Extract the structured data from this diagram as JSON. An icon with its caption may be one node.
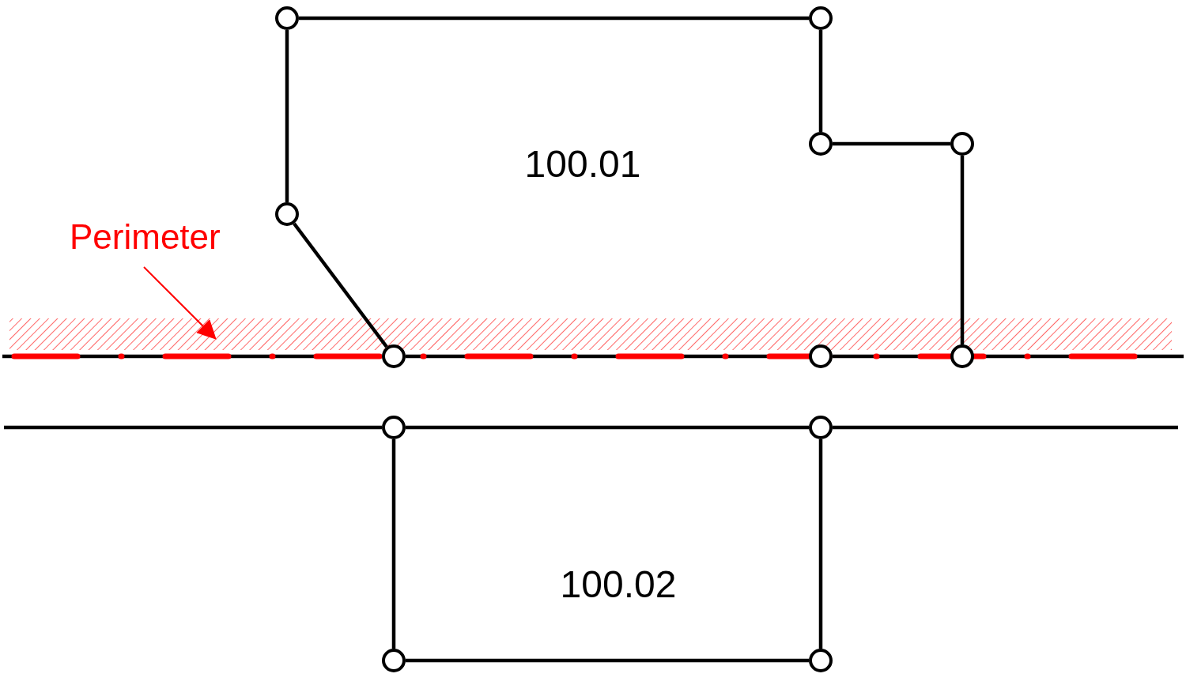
{
  "diagram": {
    "nodes": [
      {
        "text": [],
        "shape": "circle"
      },
      {
        "text": [],
        "shape": "circle"
      },
      {
        "text": [],
        "shape": "circle"
      },
      {
        "text": [],
        "shape": "circle"
      },
      {
        "text": [],
        "shape": "circle"
      },
      {
        "text": [
          "Perimeter"
        ]
      },
      {
        "text": [],
        "shape": "circle"
      },
      {
        "text": [],
        "shape": "circle"
      },
      {
        "text": [],
        "shape": "circle"
      },
      {
        "text": [],
        "shape": "circle"
      },
      {
        "text": [],
        "shape": "circle"
      },
      {
        "text": [],
        "shape": "circle"
      },
      {
        "text": [],
        "shape": "circle"
      }
    ],
    "edges": [
      {
        "from": 0,
        "to": 1,
        "arrow": "none"
      },
      {
        "from": 1,
        "to": 2,
        "arrow": "none"
      },
      {
        "from": 2,
        "to": 3,
        "arrow": "none"
      },
      {
        "from": 0,
        "to": 4,
        "arrow": "none"
      },
      {
        "from": 3,
        "to": 8,
        "arrow": "none"
      },
      {
        "from": 4,
        "to": 6,
        "arrow": "none"
      },
      {
        "from": 5,
        "to": null,
        "arrow": "to",
        "color": "#ff0000"
      },
      {
        "from": null,
        "to": 6,
        "arrow": "none"
      },
      {
        "from": 6,
        "to": 7,
        "arrow": "none"
      },
      {
        "from": 7,
        "to": 8,
        "arrow": "none"
      },
      {
        "from": 8,
        "to": null,
        "arrow": "none"
      },
      {
        "from": null,
        "to": 9,
        "arrow": "none"
      },
      {
        "from": 9,
        "to": 10,
        "arrow": "none"
      },
      {
        "from": 10,
        "to": null,
        "arrow": "none"
      },
      {
        "from": 9,
        "to": 11,
        "arrow": "none"
      },
      {
        "from": 10,
        "to": 12,
        "arrow": "none"
      },
      {
        "from": 11,
        "to": 12,
        "arrow": "none"
      }
    ],
    "labels": [
      "100.01",
      "100.02"
    ]
  }
}
